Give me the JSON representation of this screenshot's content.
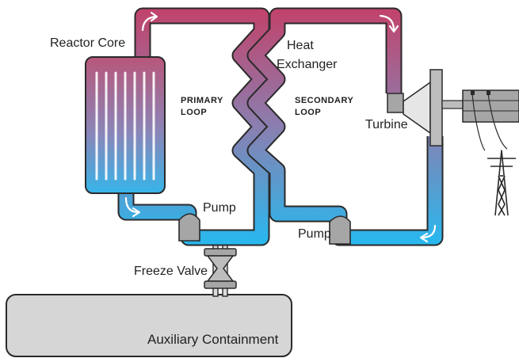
{
  "labels": {
    "reactor_core": "Reactor Core",
    "heat": "Heat",
    "exchanger": "Exchanger",
    "primary_1": "PRIMARY",
    "primary_2": "LOOP",
    "secondary_1": "SECONDARY",
    "secondary_2": "LOOP",
    "turbine": "Turbine",
    "pump_primary": "Pump",
    "pump_secondary": "Pump",
    "freeze_valve": "Freeze Valve",
    "auxiliary_containment": "Auxiliary Containment"
  },
  "colors": {
    "hot": "#c2426a",
    "cold": "#26b9ef",
    "containment_fill": "#d6d6d6",
    "metal": "#a6a6a6",
    "outline": "#2a2a2a"
  },
  "icons": {
    "flow_arrows": "curved-arrow-icon",
    "transmission_tower": "power-tower-icon",
    "generator": "generator-icon"
  }
}
